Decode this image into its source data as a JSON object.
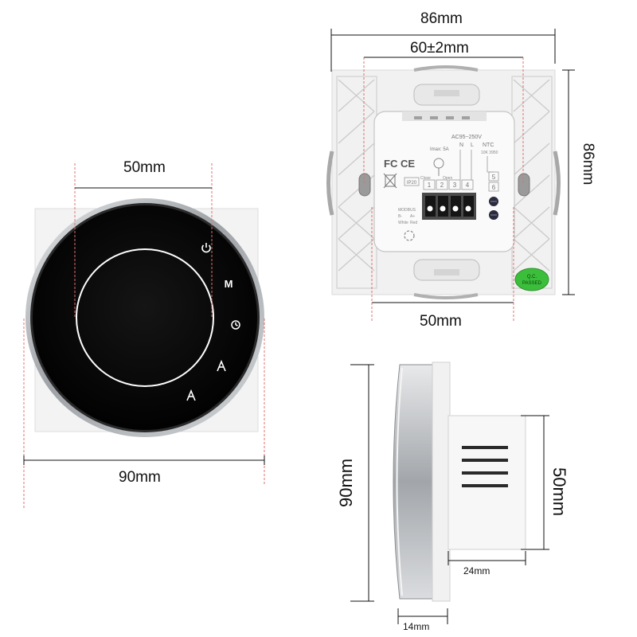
{
  "front_view": {
    "dim_inner": "50mm",
    "dim_outer": "90mm",
    "icons": {
      "power": "power-icon",
      "mode": "M",
      "clock": "clock-icon",
      "up": "up-arrow-icon",
      "down": "down-arrow-icon"
    },
    "colors": {
      "face": "#0a0a0a",
      "bezel": "#b9bcc0",
      "plate": "#f4f4f4",
      "ring": "#ffffff"
    }
  },
  "back_view": {
    "dim_width": "86mm",
    "dim_hole_spacing": "60±2mm",
    "dim_height": "86mm",
    "dim_box": "50mm",
    "voltage": "AC95~250V",
    "max_current": "Imax: 5A",
    "terminal_labels": [
      "N",
      "L",
      "NTC"
    ],
    "ntc_spec": "10K 3950",
    "valve_labels": [
      "Close",
      "Open"
    ],
    "terminals": [
      "1",
      "2",
      "3",
      "4"
    ],
    "side_terminals": [
      "5",
      "6"
    ],
    "ip_rating": "IP20",
    "comm": "MODBUS",
    "wire_labels": [
      "B-",
      "A+"
    ],
    "wire_colors": [
      "White",
      "Red"
    ],
    "certifications": [
      "FC",
      "CE"
    ],
    "qc_label": "Q.C.",
    "qc_status": "PASSED",
    "colors": {
      "plate": "#f2f2f2",
      "qc": "#3bbf3b"
    }
  },
  "side_view": {
    "dim_height": "90mm",
    "dim_box_height": "50mm",
    "dim_box_depth": "24mm",
    "dim_front_depth": "14mm"
  }
}
